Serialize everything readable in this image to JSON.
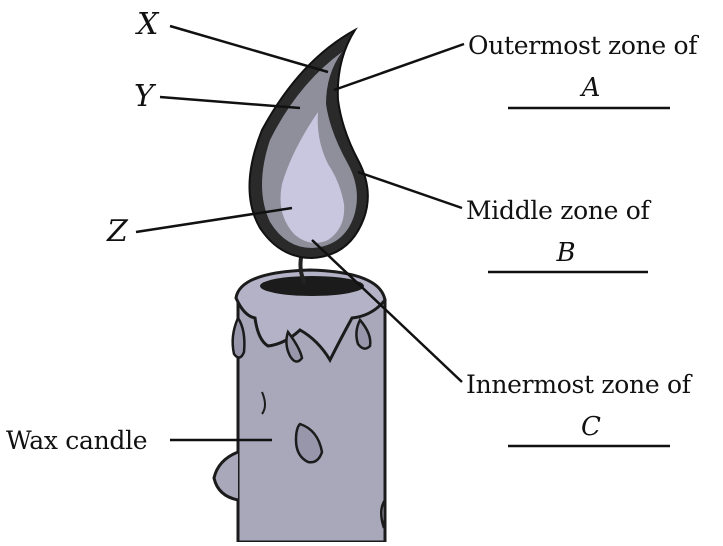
{
  "diagram": {
    "labels": {
      "x": "X",
      "y": "Y",
      "z": "Z",
      "wax_candle": "Wax candle"
    },
    "zones": [
      {
        "text": "Outermost zone of",
        "blank_letter": "A"
      },
      {
        "text": "Middle zone of",
        "blank_letter": "B"
      },
      {
        "text": "Innermost zone of",
        "blank_letter": "C"
      }
    ],
    "colors": {
      "outline": "#1b1b1b",
      "flame_outer": "#2a2a2a",
      "flame_middle": "#8f8f9c",
      "flame_inner": "#c9c7e0",
      "candle_body": "#a9a7ba",
      "candle_drip": "#9896ab",
      "wick": "#222222"
    }
  }
}
